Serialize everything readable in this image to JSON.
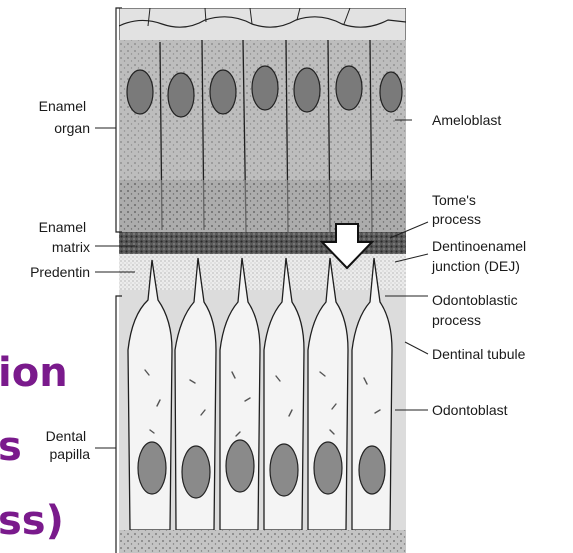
{
  "labels": {
    "enamel_organ": [
      "Enamel",
      "organ"
    ],
    "enamel_matrix": [
      "Enamel",
      "matrix"
    ],
    "predentin": "Predentin",
    "dental_papilla": [
      "Dental",
      "papilla"
    ],
    "ameloblast": "Ameloblast",
    "tomes_process": [
      "Tome's",
      "process"
    ],
    "dej": [
      "Dentinoenamel",
      "junction (DEJ)"
    ],
    "odontoblastic_process": [
      "Odontoblastic",
      "process"
    ],
    "dentinal_tubule": "Dentinal tubule",
    "odontoblast": "Odontoblast"
  },
  "slide_text_fragments": [
    "ion",
    "s",
    "ss)"
  ],
  "colors": {
    "slide_text": "#7a1a8c",
    "cell_fill": "#cfcfcf",
    "enamel_band": "#4a4a4a",
    "predentin_band": "#e8e8e8",
    "papilla_cell": "#f2f2f2"
  }
}
